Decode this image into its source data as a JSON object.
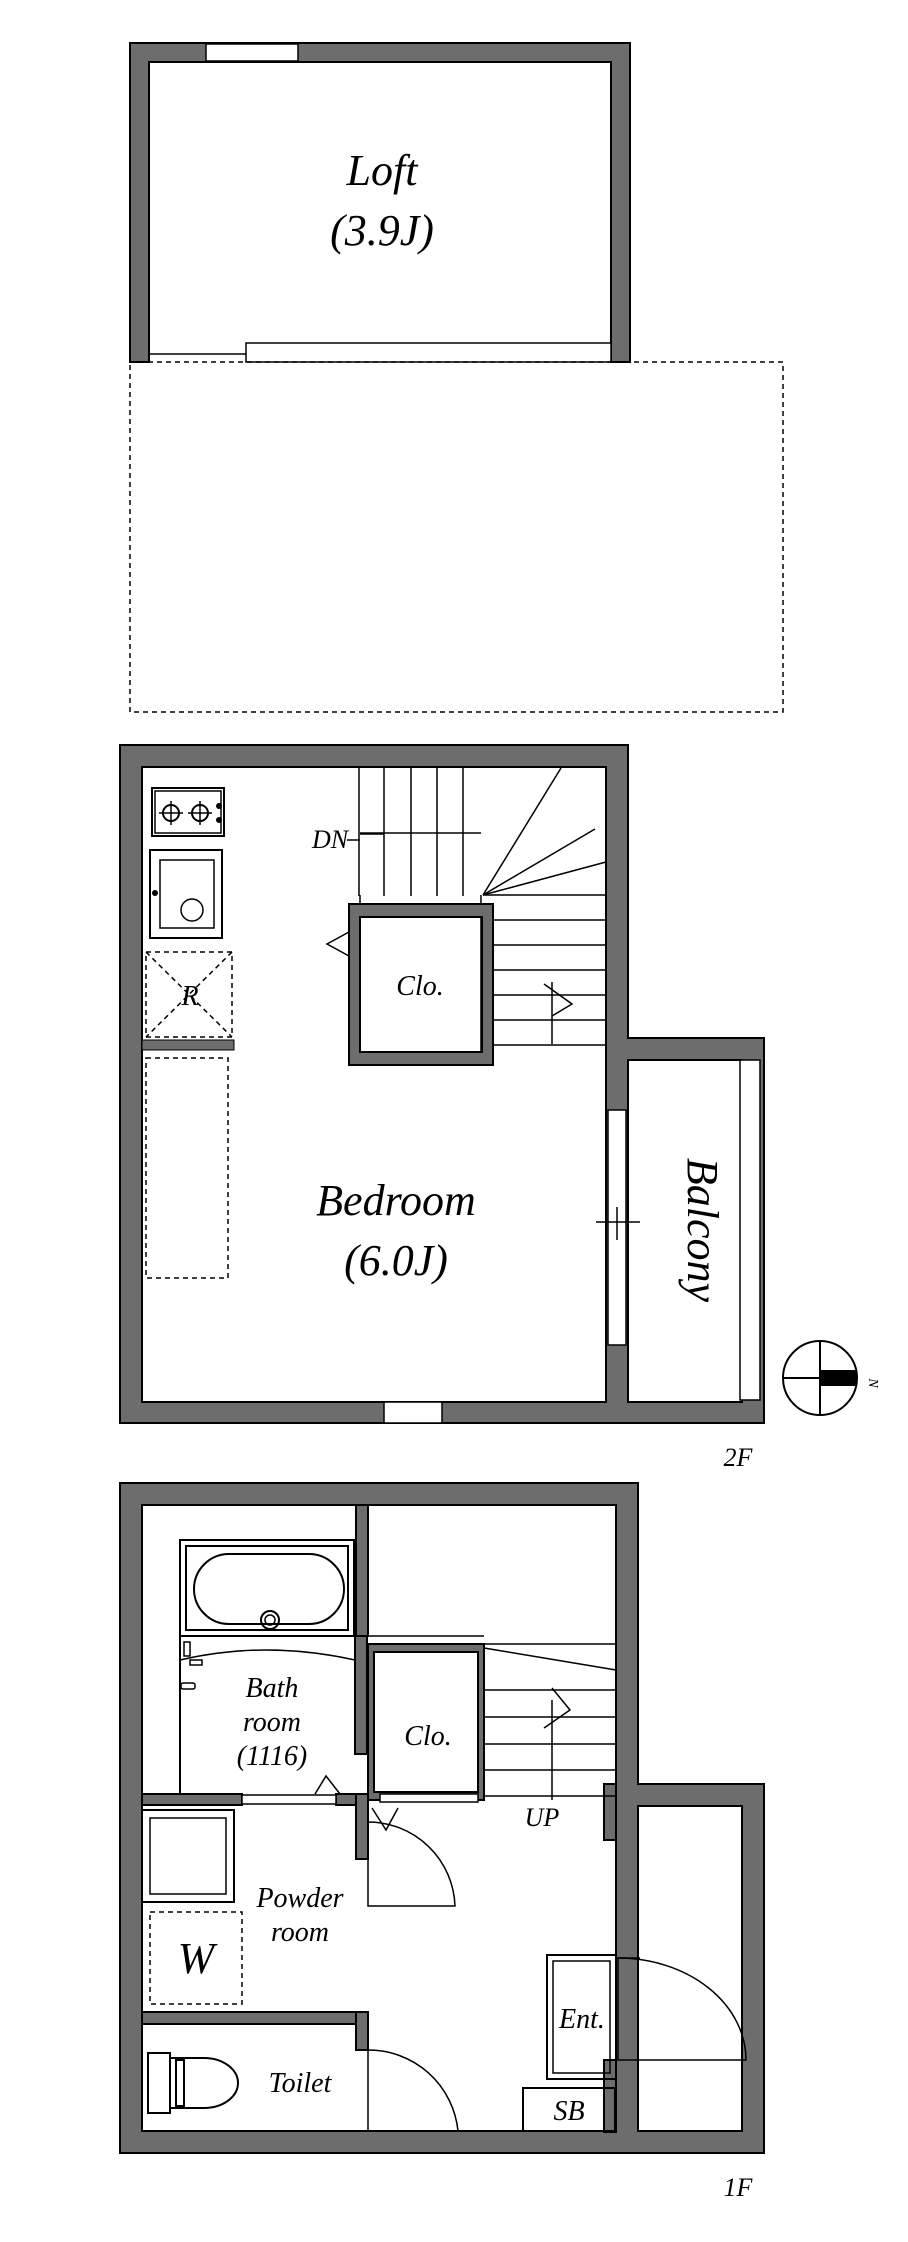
{
  "loft": {
    "name": "Loft",
    "area": "(3.9J)"
  },
  "floor2": {
    "bedroom_name": "Bedroom",
    "bedroom_area": "(6.0J)",
    "closet": "Clo.",
    "fridge": "R",
    "down": "DN",
    "balcony": "Balcony",
    "floor_label": "2F",
    "compass": "N"
  },
  "floor1": {
    "bath_line1": "Bath",
    "bath_line2": "room",
    "bath_line3": "(1116)",
    "closet": "Clo.",
    "up": "UP",
    "powder_line1": "Powder",
    "powder_line2": "room",
    "washer": "W",
    "toilet": "Toilet",
    "entrance": "Ent.",
    "shoe_box": "SB",
    "floor_label": "1F"
  },
  "colors": {
    "wall": "#6d6d6d",
    "line": "#000000",
    "background": "#ffffff"
  }
}
